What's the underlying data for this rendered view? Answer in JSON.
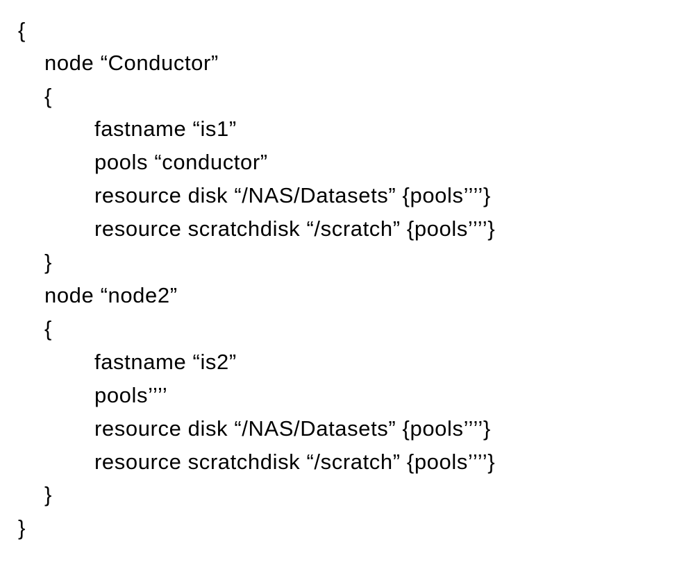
{
  "document": {
    "lines": [
      {
        "indent": 0,
        "text": "{"
      },
      {
        "indent": 1,
        "text": "node “Conductor”"
      },
      {
        "indent": 1,
        "text": "{"
      },
      {
        "indent": 2,
        "text": "fastname “is1”"
      },
      {
        "indent": 2,
        "text": "pools “conductor”"
      },
      {
        "indent": 2,
        "text": "resource disk “/NAS/Datasets” {pools’’’’}"
      },
      {
        "indent": 2,
        "text": "resource scratchdisk “/scratch” {pools’’’’}"
      },
      {
        "indent": 1,
        "text": "}"
      },
      {
        "indent": 1,
        "text": "node “node2”"
      },
      {
        "indent": 1,
        "text": "{"
      },
      {
        "indent": 2,
        "text": "fastname “is2”"
      },
      {
        "indent": 2,
        "text": "pools’’’’"
      },
      {
        "indent": 2,
        "text": "resource disk “/NAS/Datasets” {pools’’’’}"
      },
      {
        "indent": 2,
        "text": "resource scratchdisk “/scratch” {pools’’’’}"
      },
      {
        "indent": 1,
        "text": "}"
      },
      {
        "indent": 0,
        "text": "}"
      }
    ]
  }
}
